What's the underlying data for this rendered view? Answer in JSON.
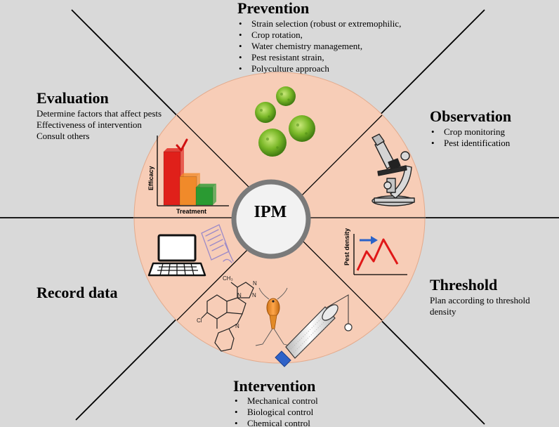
{
  "center": {
    "label": "IPM"
  },
  "sections": {
    "prevention": {
      "title": "Prevention",
      "items": [
        "Strain selection (robust or extremophilic,",
        "Crop rotation,",
        "Water chemistry management,",
        "Pest resistant strain,",
        "Polyculture approach"
      ]
    },
    "observation": {
      "title": "Observation",
      "items": [
        "Crop monitoring",
        "Pest identification"
      ]
    },
    "threshold": {
      "title": "Threshold",
      "lines": [
        "Plan according to threshold",
        "density"
      ]
    },
    "intervention": {
      "title": "Intervention",
      "items": [
        "Mechanical control",
        "Biological control",
        "Chemical control"
      ]
    },
    "record": {
      "title": "Record data"
    },
    "evaluation": {
      "title": "Evaluation",
      "lines": [
        "Determine factors that affect pests",
        "Effectiveness of intervention",
        "Consult others"
      ]
    }
  },
  "icons": {
    "efficacy_chart": {
      "ylabel": "Efficacy",
      "xlabel": "Treatment",
      "values": [
        3,
        1.6,
        1
      ]
    },
    "pest_density_chart": {
      "ylabel": "Pest density"
    },
    "molecule": {
      "labels": [
        "CH₃",
        "N",
        "N",
        "N",
        "Cl",
        "N"
      ]
    }
  },
  "colors": {
    "background": "#d9d9d9",
    "disc": "#f7cdb7",
    "hub_ring": "#7a7a7a",
    "hub_fill": "#f2f2f2",
    "bar_1": "#e0201a",
    "bar_2": "#f08a2a",
    "bar_3": "#2a9a32",
    "checkmark": "#d01010",
    "density_line": "#e01818",
    "density_arrow": "#2a62c8",
    "algae": "#7ab828"
  }
}
